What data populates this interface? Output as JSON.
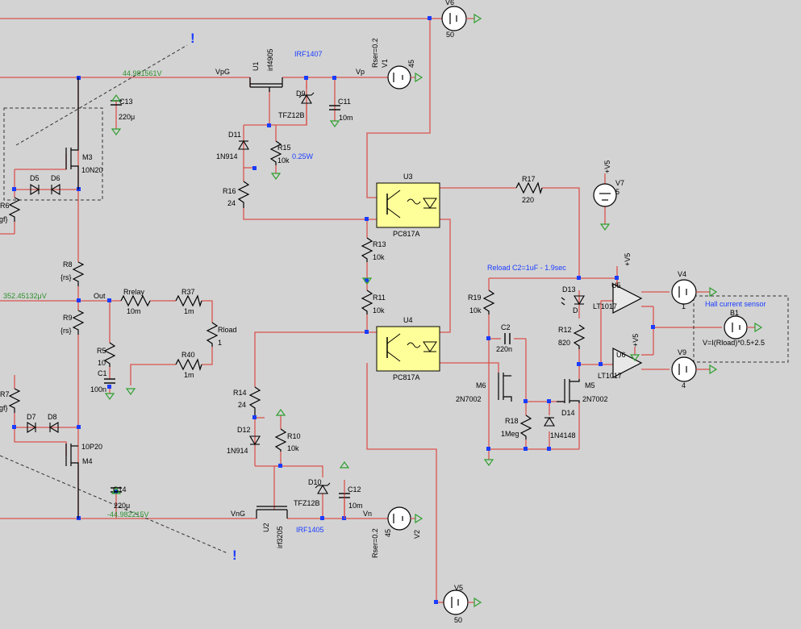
{
  "colors": {
    "background": "#d3d3d3",
    "wire": "#d9534f",
    "junction": "#1a3cff",
    "netlabel_voltage": "#2f8f2f",
    "spice_directive": "#1a3cff",
    "ground": "#2f9f2f",
    "optocoupler_fill": "#ffff99",
    "component": "#000000"
  },
  "net_labels": {
    "vpg": "VpG",
    "vp": "Vp",
    "vng": "VnG",
    "vn": "Vn",
    "out": "Out",
    "v_pos": "44.981561V",
    "v_out": "352.45132μV",
    "v_neg": "-44.982215V",
    "plus_v5": "+V5"
  },
  "directives": {
    "irf1407": "IRF1407",
    "irf1405": "IRF1405",
    "r15_power": "0.25W",
    "reload": "Reload C2=1uF - 1.9sec",
    "hall_title": "Hall current sensor",
    "hall_expr": "V=I(Rload)*0.5+2.5",
    "rser_top": "Rser=0.2",
    "rser_bottom": "Rser=0.2",
    "bang": "!"
  },
  "components": {
    "V6": {
      "name": "V6",
      "value": "50"
    },
    "V1": {
      "name": "V1",
      "value": "45"
    },
    "V2": {
      "name": "V2",
      "value": "45"
    },
    "V5": {
      "name": "V5",
      "value": "50"
    },
    "V7": {
      "name": "V7",
      "value": "5"
    },
    "V4": {
      "name": "V4",
      "value": "1"
    },
    "V9": {
      "name": "V9",
      "value": "4"
    },
    "B1": {
      "name": "B1"
    },
    "U1": {
      "name": "U1",
      "value": "irf4905"
    },
    "U2": {
      "name": "U2",
      "value": "irf3205"
    },
    "U3": {
      "name": "U3",
      "value": "PC817A"
    },
    "U4": {
      "name": "U4",
      "value": "PC817A"
    },
    "U5": {
      "name": "U5",
      "value": "LT1017"
    },
    "U6": {
      "name": "U6",
      "value": "LT1017"
    },
    "M3": {
      "name": "M3",
      "value": "10N20"
    },
    "M4": {
      "name": "M4",
      "value": "10P20"
    },
    "M5": {
      "name": "M5",
      "value": "2N7002"
    },
    "M6": {
      "name": "M6",
      "value": "2N7002"
    },
    "D5": {
      "name": "D5"
    },
    "D6": {
      "name": "D6"
    },
    "D7": {
      "name": "D7"
    },
    "D8": {
      "name": "D8"
    },
    "D9": {
      "name": "D9",
      "value": "TFZ12B"
    },
    "D10": {
      "name": "D10",
      "value": "TFZ12B"
    },
    "D11": {
      "name": "D11",
      "value": "1N914"
    },
    "D12": {
      "name": "D12",
      "value": "1N914"
    },
    "D13": {
      "name": "D13",
      "value": "D"
    },
    "D14": {
      "name": "D14",
      "value": "1N4148"
    },
    "C1": {
      "name": "C1",
      "value": "100n"
    },
    "C2": {
      "name": "C2",
      "value": "220n"
    },
    "C11": {
      "name": "C11",
      "value": "10m"
    },
    "C12": {
      "name": "C12",
      "value": "10m"
    },
    "C13": {
      "name": "C13",
      "value": "220μ"
    },
    "C14": {
      "name": "C14",
      "value": "220μ"
    },
    "R5": {
      "name": "R5",
      "value": "10"
    },
    "R6": {
      "name": "R6",
      "value": "{gf}"
    },
    "R7": {
      "name": "R7",
      "value": "{gf}"
    },
    "R8": {
      "name": "R8",
      "value": "{rs}"
    },
    "R9": {
      "name": "R9",
      "value": "{rs}"
    },
    "R10": {
      "name": "R10",
      "value": "10k"
    },
    "R11": {
      "name": "R11",
      "value": "10k"
    },
    "R12": {
      "name": "R12",
      "value": "820"
    },
    "R13": {
      "name": "R13",
      "value": "10k"
    },
    "R14": {
      "name": "R14",
      "value": "24"
    },
    "R15": {
      "name": "R15",
      "value": "10k"
    },
    "R16": {
      "name": "R16",
      "value": "24"
    },
    "R17": {
      "name": "R17",
      "value": "220"
    },
    "R18": {
      "name": "R18",
      "value": "1Meg"
    },
    "R19": {
      "name": "R19",
      "value": "10k"
    },
    "R37": {
      "name": "R37",
      "value": "1m"
    },
    "R40": {
      "name": "R40",
      "value": "1m"
    },
    "Rrelay": {
      "name": "Rrelay",
      "value": "10m"
    },
    "Rload": {
      "name": "Rload",
      "value": "1"
    }
  }
}
